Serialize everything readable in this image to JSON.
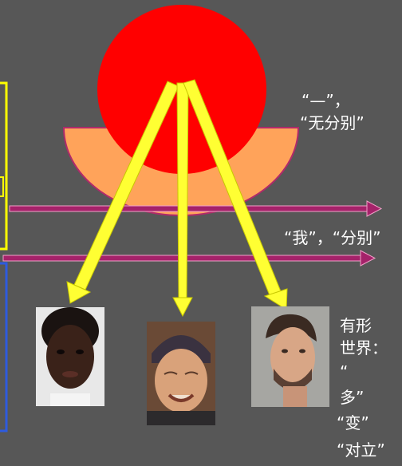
{
  "labels": {
    "one_quote": "“—”，",
    "no_distinction": "“无分别”",
    "i_distinction": "“我”，“分别”",
    "world_line1": "有形",
    "world_line2": "世界：",
    "world_line3": "“",
    "world_line4": "多”",
    "world_line5": "“变”",
    "world_line6": "“对立”"
  },
  "colors": {
    "background": "#575757",
    "sun": "#ff0000",
    "bowl": "#ffa35a",
    "ray": "#ffff33",
    "arrow_line": "#a5226a",
    "bracket_yellow": "#ffff00",
    "bracket_blue": "#2e5bdf"
  },
  "photos": [
    {
      "icon": "child-portrait"
    },
    {
      "icon": "elderly-woman-portrait"
    },
    {
      "icon": "man-portrait"
    }
  ]
}
